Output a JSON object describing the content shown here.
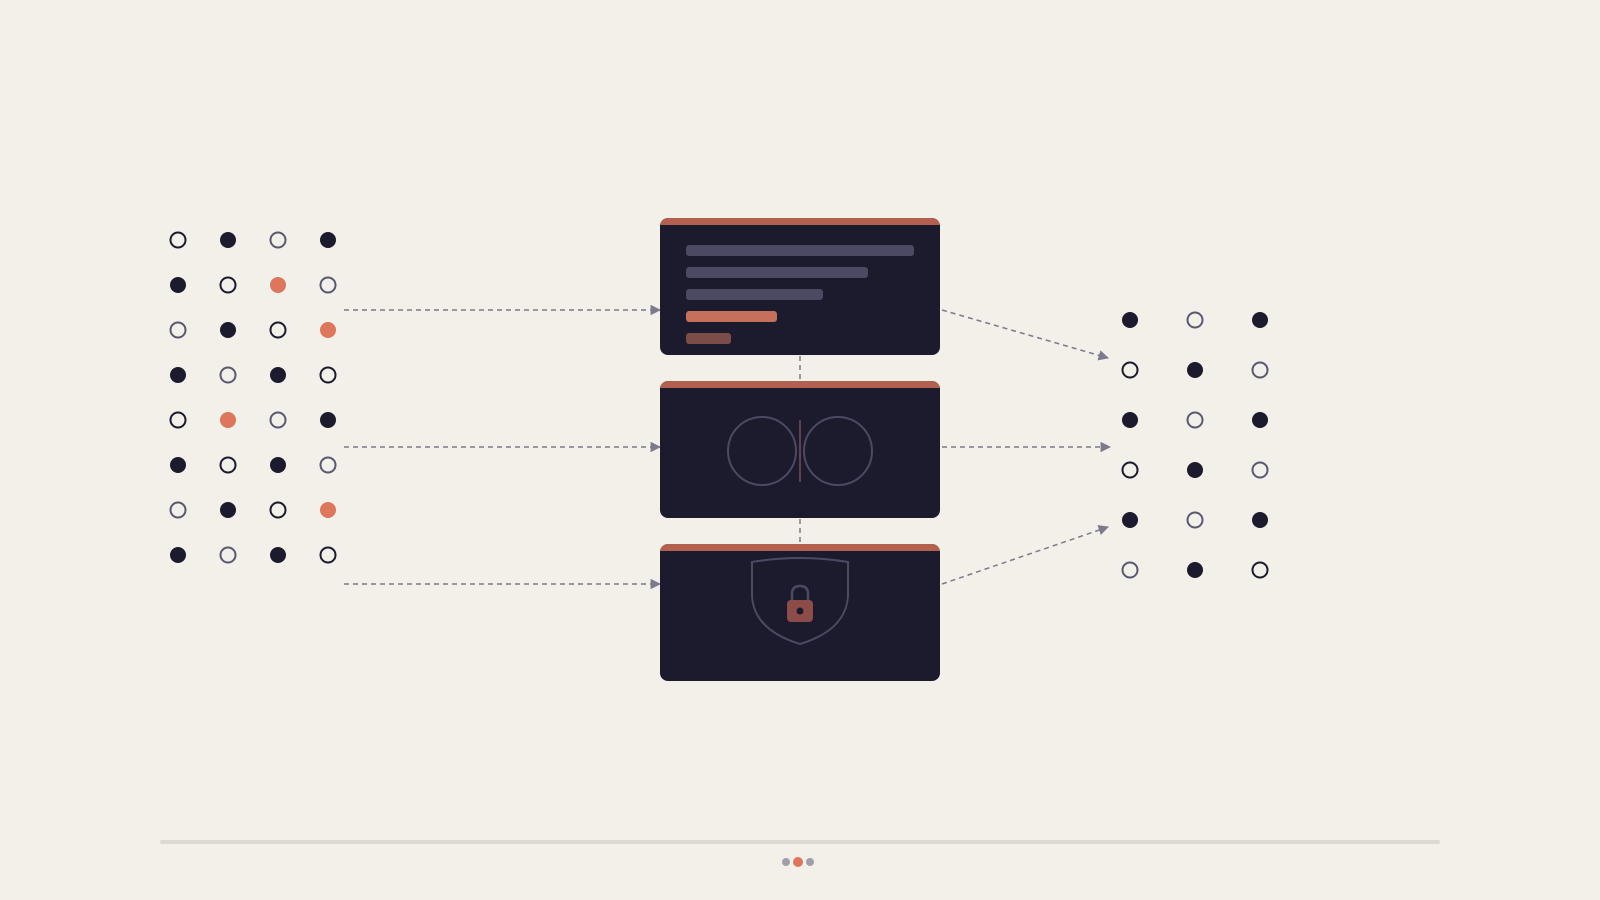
{
  "diagram": {
    "colors": {
      "background": "#f3efe9",
      "ink": "#1c1a2d",
      "muted_outline": "#5a5870",
      "accent": "#de765c",
      "accent_dark": "#b4604f",
      "arrow": "#7d7a8c",
      "bar": "#4b4a62"
    },
    "left_grid": {
      "rows": [
        [
          "ring",
          "filled",
          "muted-ring",
          "filled"
        ],
        [
          "filled",
          "ring",
          "accent",
          "muted-ring"
        ],
        [
          "muted-ring",
          "filled",
          "ring",
          "accent"
        ],
        [
          "filled",
          "muted-ring",
          "filled",
          "ring"
        ],
        [
          "ring",
          "accent",
          "muted-ring",
          "filled"
        ],
        [
          "filled",
          "ring",
          "filled",
          "muted-ring"
        ],
        [
          "muted-ring",
          "filled",
          "ring",
          "accent"
        ],
        [
          "filled",
          "muted-ring",
          "filled",
          "ring"
        ]
      ]
    },
    "right_grid": {
      "rows": [
        [
          "filled",
          "muted-ring",
          "filled"
        ],
        [
          "ring",
          "filled",
          "muted-ring"
        ],
        [
          "filled",
          "muted-ring",
          "filled"
        ],
        [
          "ring",
          "filled",
          "muted-ring"
        ],
        [
          "filled",
          "muted-ring",
          "filled"
        ],
        [
          "muted-ring",
          "filled",
          "ring"
        ]
      ]
    },
    "cards": [
      {
        "name": "document-card",
        "icon": "text-lines-icon"
      },
      {
        "name": "compare-card",
        "icon": "two-circles-icon"
      },
      {
        "name": "security-card",
        "icon": "shield-lock-icon"
      }
    ],
    "pager": {
      "dots": 3,
      "active_index": 1
    }
  }
}
